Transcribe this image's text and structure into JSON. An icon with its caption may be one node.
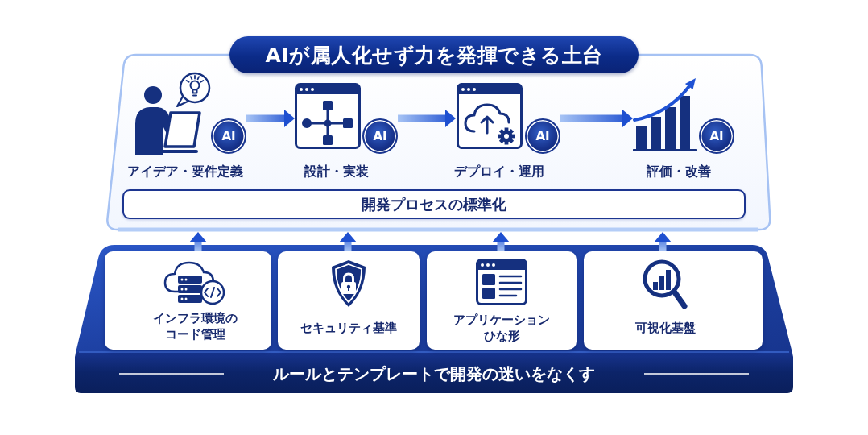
{
  "diagram": {
    "nodes": [
      {
        "text": [
          "AIが属人化せず力を発揮できる土台"
        ]
      },
      {
        "text": [
          "AI",
          "アイデア・要件定義"
        ],
        "in": 0
      },
      {
        "text": [
          "AI",
          "設計・実装"
        ],
        "in": 0
      },
      {
        "text": [
          "AI",
          "デプロイ・運用"
        ],
        "in": 0
      },
      {
        "text": [
          "AI",
          "評価・改善"
        ],
        "in": 0
      },
      {
        "text": [
          "開発プロセスの標準化"
        ],
        "in": 0
      },
      {
        "text": [
          "ルールとテンプレートで開発の迷いをなくす"
        ]
      },
      {
        "text": [
          "インフラ環境のコード管理"
        ],
        "in": 6
      },
      {
        "text": [
          "セキュリティ基準"
        ],
        "in": 6
      },
      {
        "text": [
          "アプリケーションひな形"
        ],
        "in": 6
      },
      {
        "text": [
          "可視化基盤"
        ],
        "in": 6
      }
    ],
    "edges": [
      {
        "from": 1,
        "to": 2,
        "arrow": "to"
      },
      {
        "from": 2,
        "to": 3,
        "arrow": "to"
      },
      {
        "from": 3,
        "to": 4,
        "arrow": "to"
      },
      {
        "from": 7,
        "to": 0,
        "arrow": "to"
      },
      {
        "from": 8,
        "to": 0,
        "arrow": "to"
      },
      {
        "from": 9,
        "to": 0,
        "arrow": "to"
      },
      {
        "from": 10,
        "to": 0,
        "arrow": "to"
      }
    ]
  }
}
